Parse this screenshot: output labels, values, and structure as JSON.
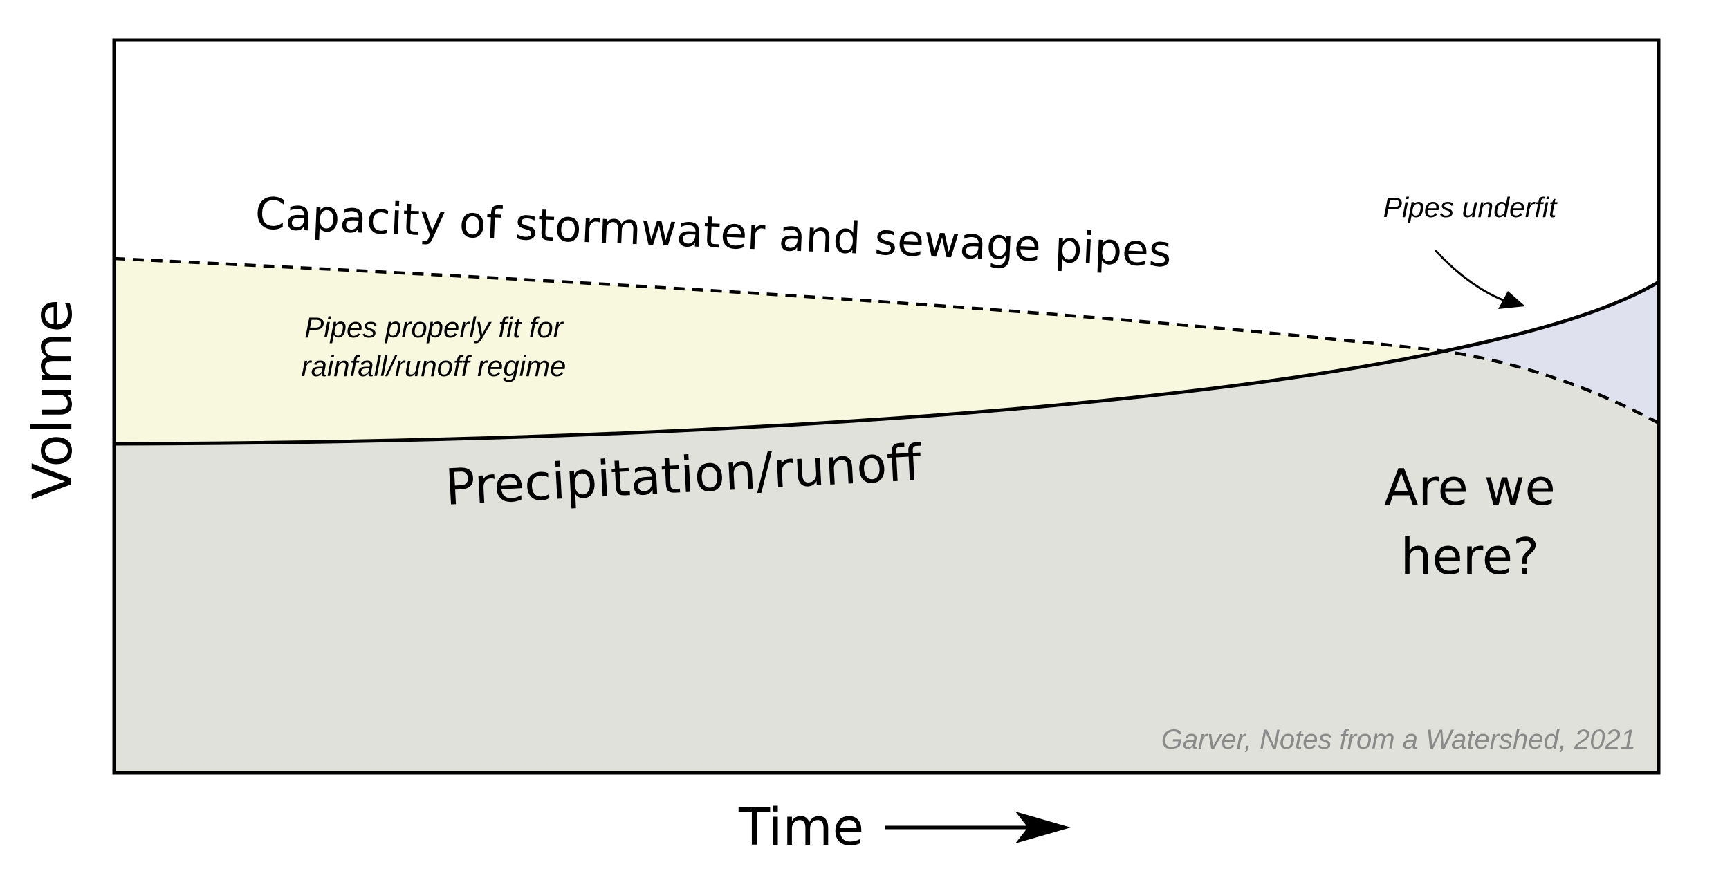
{
  "diagram": {
    "capacity_label": "Capacity of stormwater and sewage pipes",
    "pipes_fit_line1": "Pipes properly fit for",
    "pipes_fit_line2": "rainfall/runoff regime",
    "pipes_underfit": "Pipes underfit",
    "runoff_label": "Precipitation/runoff",
    "question_line1": "Are we",
    "question_line2": "here?",
    "credit": "Garver, Notes from a Watershed, 2021",
    "y_axis_label": "Volume",
    "x_axis_label": "Time"
  },
  "colors": {
    "runoff_fill": "#dfe1da",
    "fit_fill": "#f7f8dd",
    "underfit_fill": "#dfe2ee",
    "frame": "#000000",
    "credit_text": "#8a8a8a"
  }
}
